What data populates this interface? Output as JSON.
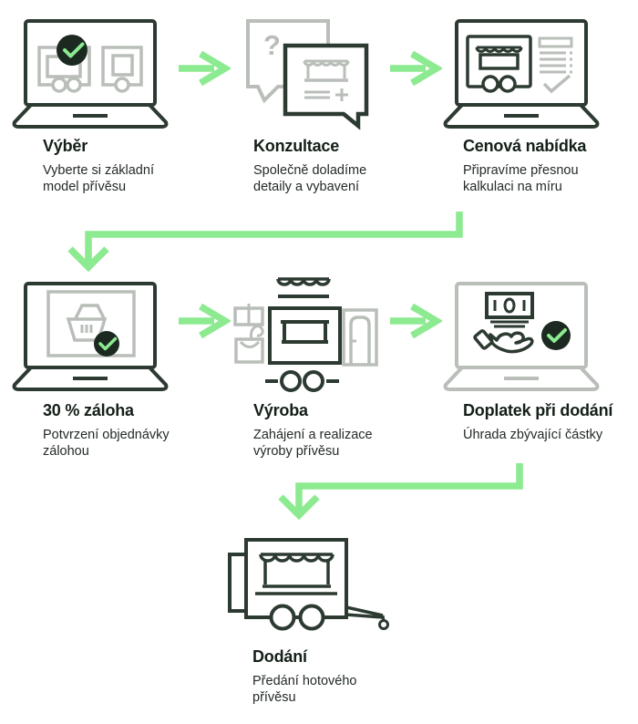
{
  "diagram": {
    "type": "process-flow",
    "language": "cs",
    "steps": [
      {
        "id": "vyber",
        "title": "Výběr",
        "description": "Vyberte si základní\nmodel přívěsu",
        "icon": "laptop-model-selection-icon",
        "badge": "check"
      },
      {
        "id": "konzultace",
        "title": "Konzultace",
        "description": "Společně doladíme\ndetaily a vybavení",
        "icon": "speech-bubbles-icon"
      },
      {
        "id": "cenova-nabidka",
        "title": "Cenová nabídka",
        "description": "Připravíme přesnou\nkalkulaci na míru",
        "icon": "laptop-quote-icon"
      },
      {
        "id": "zaloha",
        "title": "30 % záloha",
        "description": "Potvrzení objednávky\nzálohou",
        "icon": "laptop-basket-icon",
        "badge": "check"
      },
      {
        "id": "vyroba",
        "title": "Výroba",
        "description": "Zahájení a realizace\nvýroby přívěsu",
        "icon": "trailer-assembly-icon"
      },
      {
        "id": "doplatek",
        "title": "Doplatek při dodání",
        "description": "Úhrada zbývající částky",
        "icon": "laptop-payment-hand-icon",
        "badge": "check"
      },
      {
        "id": "dodani",
        "title": "Dodání",
        "description": "Předání hotového\npřívěsu",
        "icon": "food-trailer-icon"
      }
    ],
    "question_mark": "?",
    "colors": {
      "accent_green": "#8cea90",
      "dark_outline": "#2c3a31",
      "gray_outline": "#b9beb9",
      "badge_fill": "#1b2920",
      "title_text": "#141f18",
      "body_text": "#232a26",
      "background": "#ffffff"
    }
  }
}
